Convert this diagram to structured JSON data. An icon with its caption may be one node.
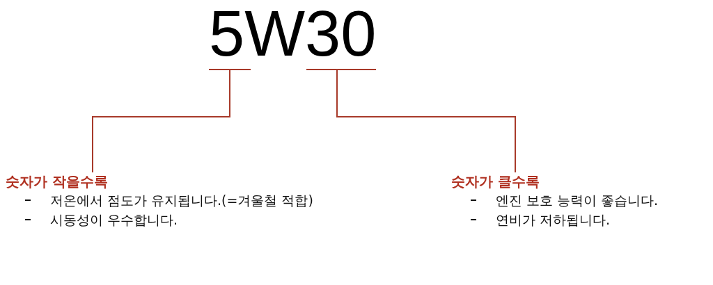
{
  "diagram": {
    "nodes": [
      {
        "text": [
          "숫자가 작을수록",
          "저온에서 점도가 유지됩니다.(=겨울철 적합)",
          "시동성이 우수합니다."
        ]
      },
      {
        "text": [
          "숫자가 클수록",
          "엔진 보호 능력이 좋습니다.",
          "연비가 저하됩니다."
        ]
      }
    ],
    "edges": [
      {
        "from": 0,
        "to": null,
        "arrow": "none"
      },
      {
        "from": 1,
        "to": null,
        "arrow": "none"
      }
    ],
    "labels": [
      "5W30"
    ]
  }
}
